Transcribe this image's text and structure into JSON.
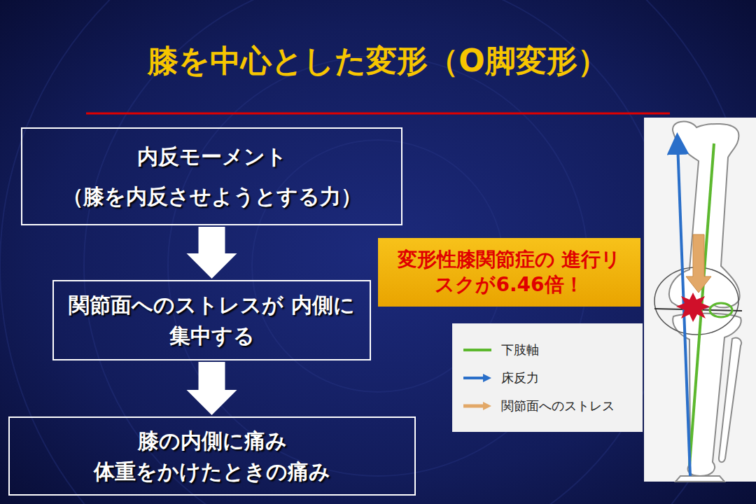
{
  "diagram": {
    "title": "膝を中心とした変形（O脚変形）",
    "nodes": [
      {
        "text": [
          "内反モーメント",
          "（膝を内反させようとする力）"
        ]
      },
      {
        "text": [
          "関節面へのストレスが 内側に集中する"
        ]
      },
      {
        "text": [
          "膝の内側に痛み",
          "体重をかけたときの痛み"
        ]
      },
      {
        "text": [
          "変形性膝関節症の 進行リスクが6.46倍！"
        ]
      }
    ],
    "edges": [
      {
        "from": 0,
        "to": 1,
        "arrow": "to"
      },
      {
        "from": 1,
        "to": 2,
        "arrow": "to"
      }
    ],
    "legend": [
      {
        "text": "下肢軸"
      },
      {
        "text": "床反力"
      },
      {
        "text": "関節面へのストレス"
      }
    ]
  }
}
